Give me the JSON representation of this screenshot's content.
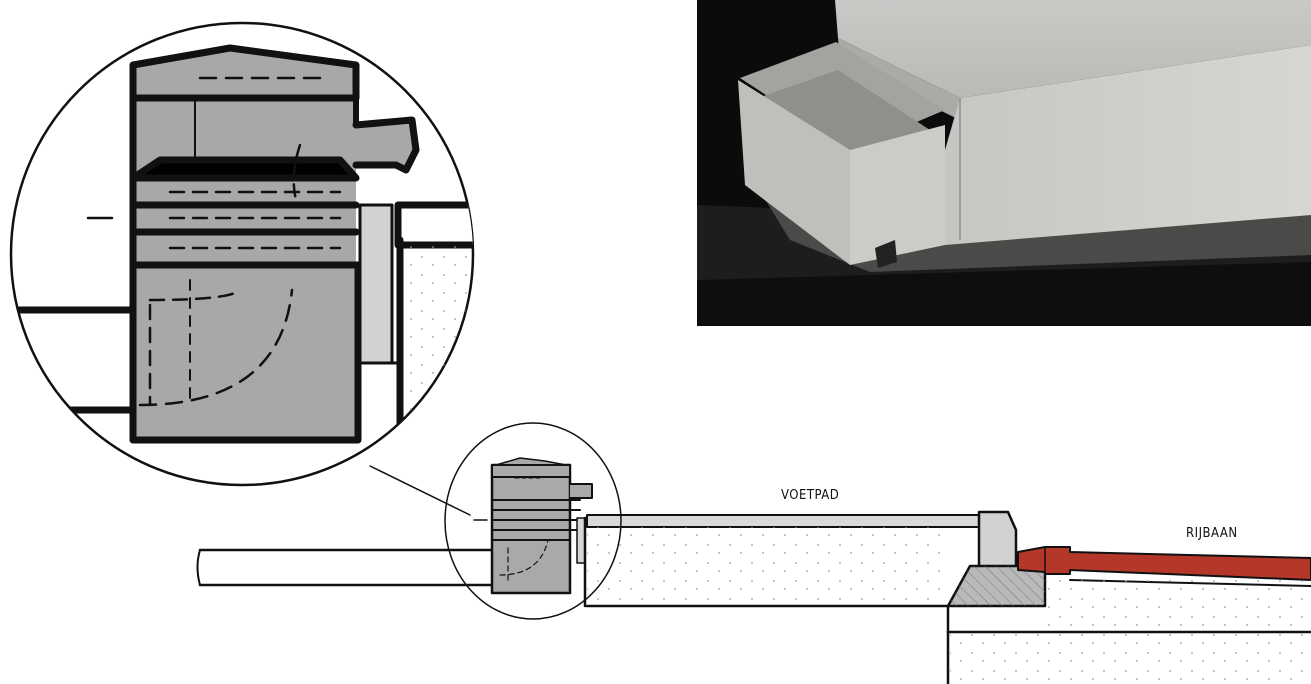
{
  "labels": {
    "footpath": "VOETPAD",
    "roadway": "RIJBAAN"
  },
  "colors": {
    "background": "#ffffff",
    "line": "#111111",
    "block_grey": "#a8a8a8",
    "photo_dark": "#0c0c0c",
    "concrete_light": "#d4d4d2",
    "asphalt_red": "#b5372a",
    "sand_fill": "#f7f7f4"
  },
  "icons": {
    "detail_zoom": "magnify-circle",
    "photo": "concrete-block-photo"
  }
}
